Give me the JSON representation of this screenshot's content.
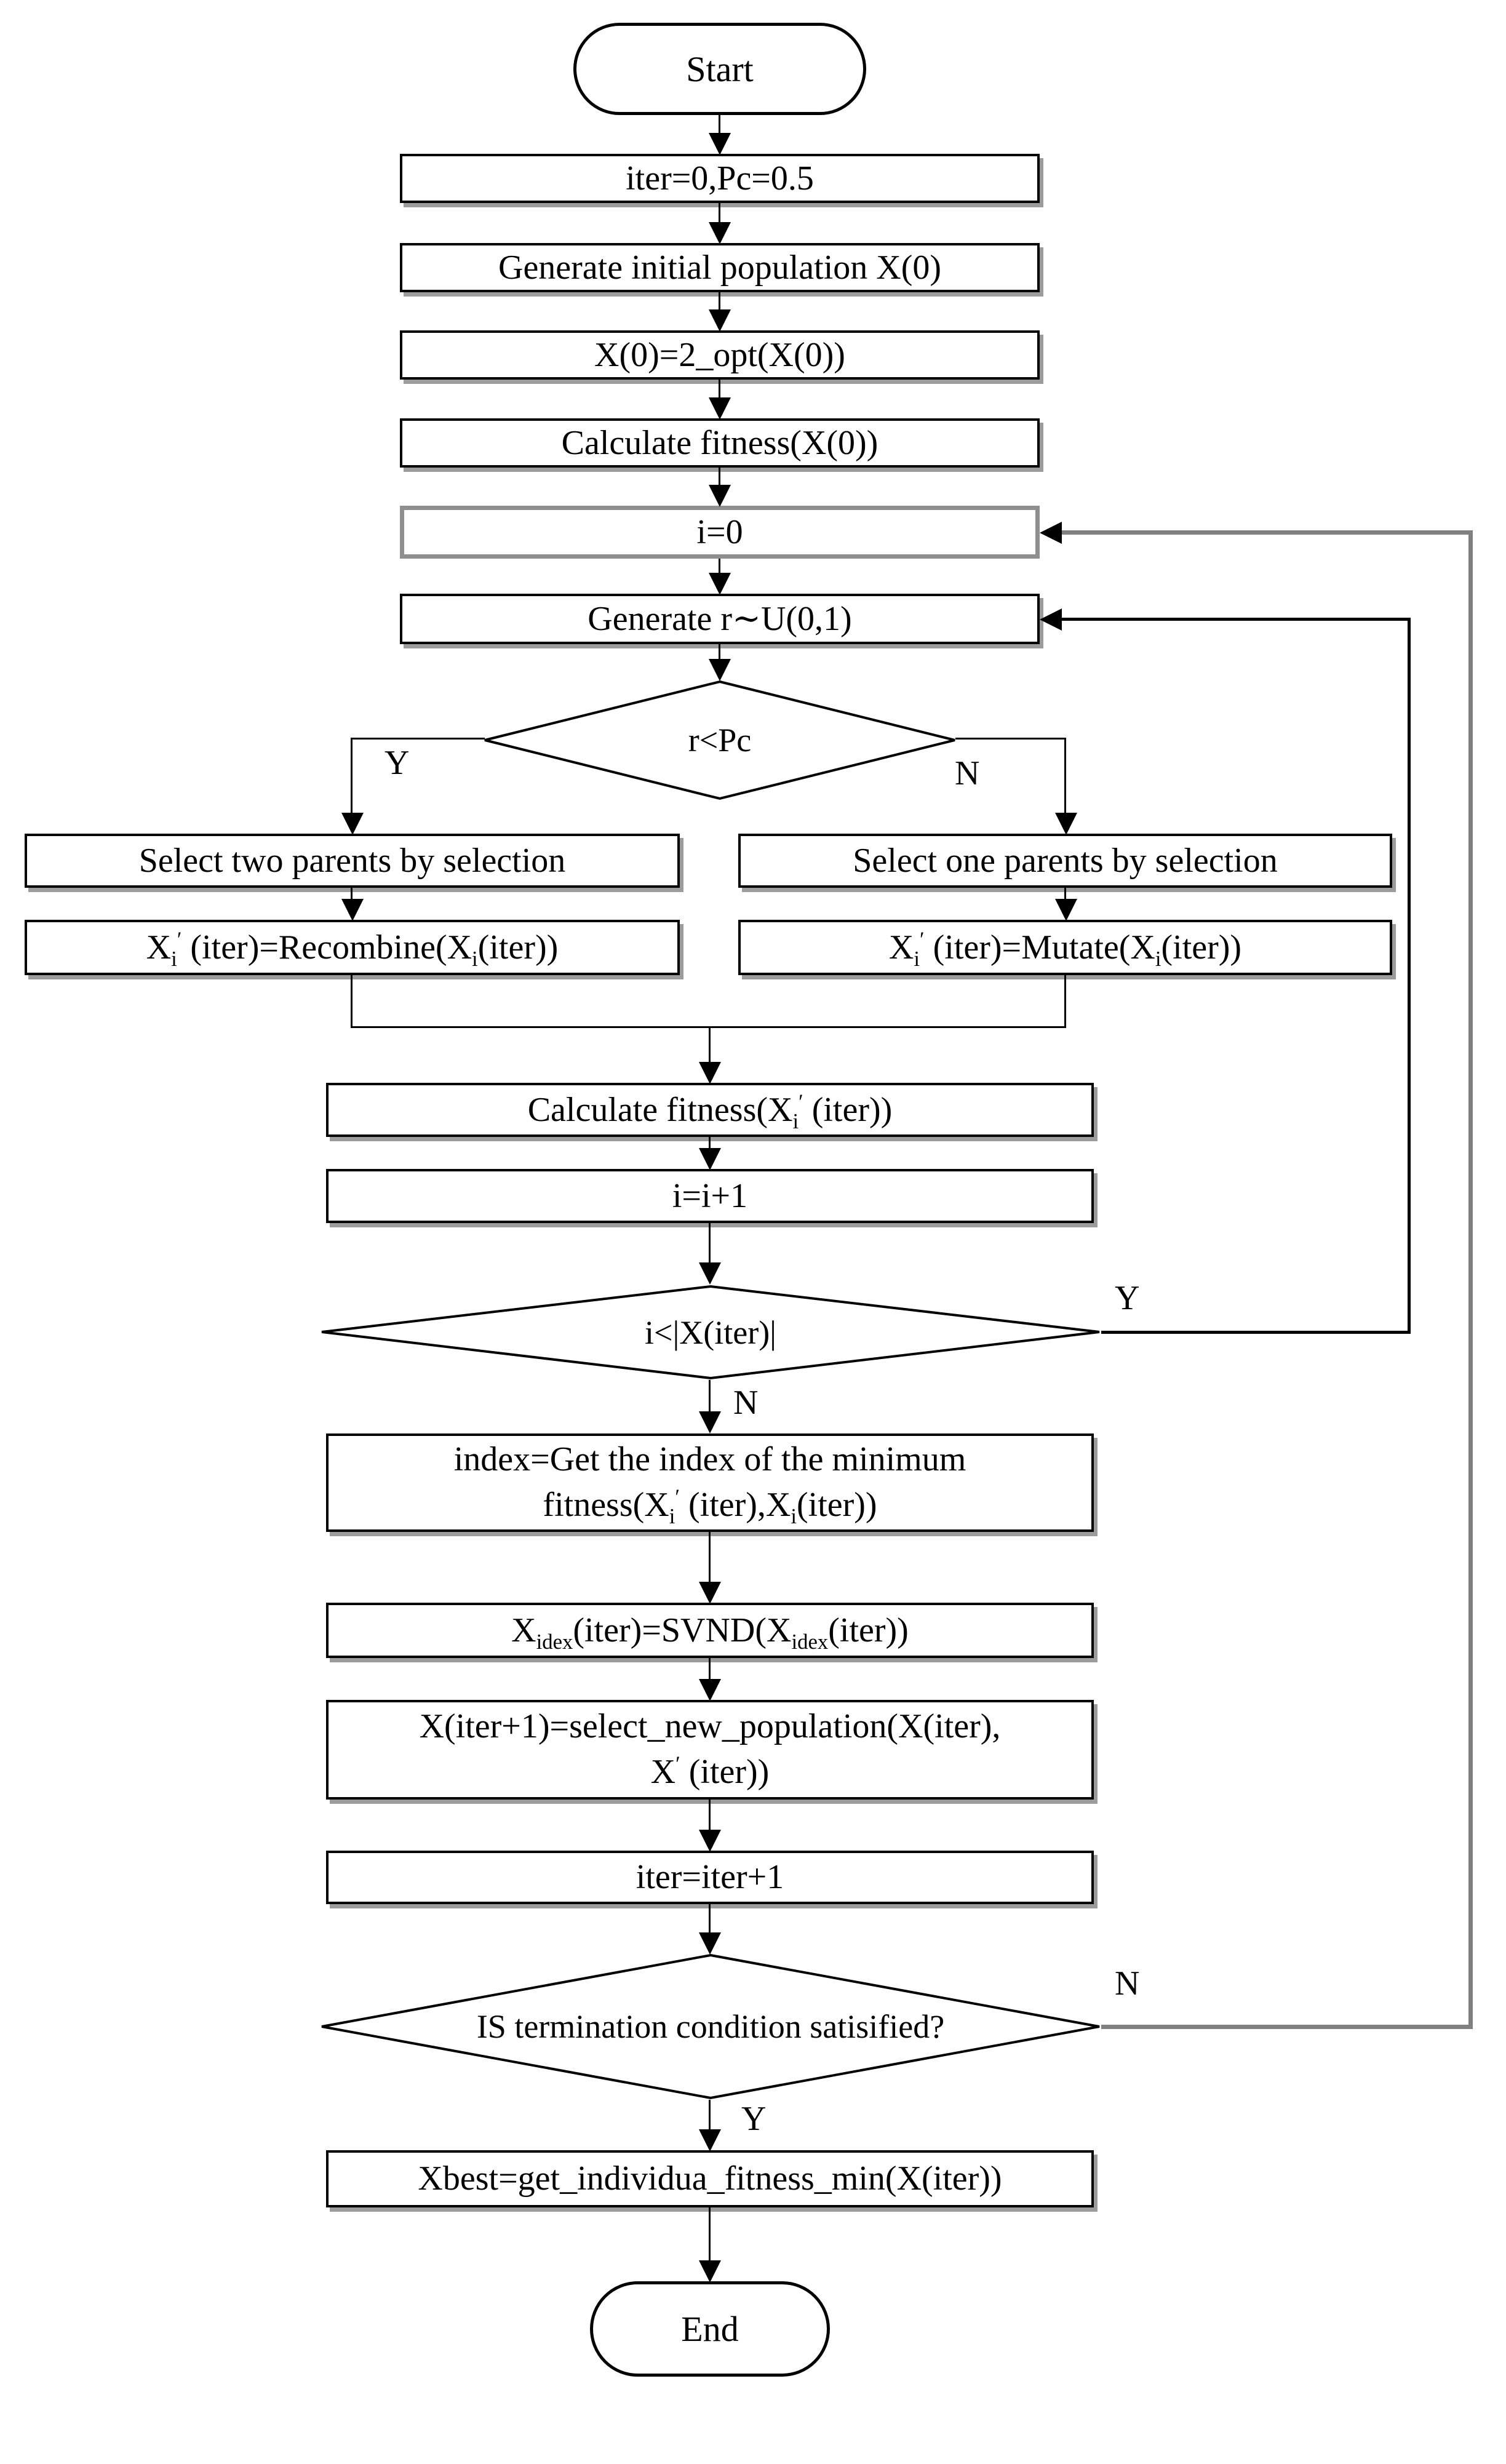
{
  "flowchart": {
    "nodes": {
      "start": "Start",
      "init": "iter=0,Pc=0.5",
      "gen_pop": "Generate initial population X(0)",
      "two_opt": "X(0)=2_opt(X(0))",
      "calc_fitness0": "Calculate fitness(X(0))",
      "i_zero": "i=0",
      "gen_r": "Generate r∼U(0,1)",
      "dec_crossover": "r<Pc",
      "select_two": "Select two parents by selection",
      "recombine": [
        {
          "t": "X"
        },
        {
          "t": "i",
          "s": "sub"
        },
        {
          "t": "′",
          "s": "sup"
        },
        {
          "t": " (iter)=Recombine(X"
        },
        {
          "t": "i",
          "s": "sub"
        },
        {
          "t": "(iter))"
        }
      ],
      "select_one": "Select one parents by selection",
      "mutate": [
        {
          "t": "X"
        },
        {
          "t": "i",
          "s": "sub"
        },
        {
          "t": "′",
          "s": "sup"
        },
        {
          "t": " (iter)=Mutate(X"
        },
        {
          "t": "i",
          "s": "sub"
        },
        {
          "t": "(iter))"
        }
      ],
      "calc_fitness_child": [
        {
          "t": "Calculate fitness(X"
        },
        {
          "t": "i",
          "s": "sub"
        },
        {
          "t": "′",
          "s": "sup"
        },
        {
          "t": " (iter))"
        }
      ],
      "inc_i": "i=i+1",
      "dec_population": "i<|X(iter)|",
      "index_line1": "index=Get the index of the minimum",
      "index_line2": [
        {
          "t": "fitness(X"
        },
        {
          "t": "i",
          "s": "sub"
        },
        {
          "t": "′",
          "s": "sup"
        },
        {
          "t": " (iter),X"
        },
        {
          "t": "i",
          "s": "sub"
        },
        {
          "t": "(iter))"
        }
      ],
      "svnd": [
        {
          "t": "X"
        },
        {
          "t": "idex",
          "s": "sub"
        },
        {
          "t": "(iter)=SVND(X"
        },
        {
          "t": "idex",
          "s": "sub"
        },
        {
          "t": "(iter))"
        }
      ],
      "newpop_line1": "X(iter+1)=select_new_population(X(iter),",
      "newpop_line2": [
        {
          "t": "X"
        },
        {
          "t": "′",
          "s": "sup"
        },
        {
          "t": " (iter))"
        }
      ],
      "inc_iter": "iter=iter+1",
      "dec_termination": "IS termination condition satisified?",
      "xbest": "Xbest=get_individua_fitness_min(X(iter))",
      "end": "End"
    },
    "edge_labels": {
      "crossover_yes": "Y",
      "crossover_no": "N",
      "population_yes": "Y",
      "population_no": "N",
      "termination_no": "N",
      "termination_yes": "Y"
    },
    "colors": {
      "line": "#000000",
      "outer_loop": "#808080",
      "box_shadow": "#9c9c9c",
      "background": "#ffffff",
      "text": "#000000"
    }
  }
}
